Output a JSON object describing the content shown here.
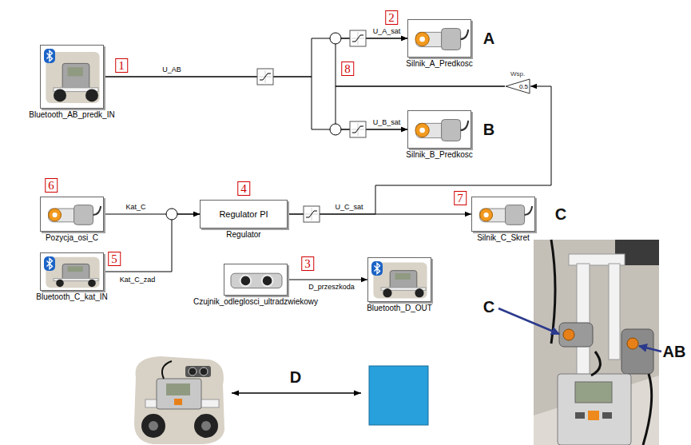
{
  "diagram": {
    "nodes": [
      {
        "text": [
          "Bluetooth_AB_predk_IN"
        ]
      },
      {
        "text": [
          "Silnik_A_Predkosc"
        ]
      },
      {
        "text": [
          "0.5",
          "Wsp."
        ]
      },
      {
        "text": [
          "Silnik_B_Predkosc"
        ]
      },
      {
        "text": [
          "Pozycja_osi_C"
        ]
      },
      {
        "text": [
          "Regulator PI",
          "Regulator"
        ]
      },
      {
        "text": [
          "Silnik_C_Skret"
        ]
      },
      {
        "text": [
          "Bluetooth_C_kat_IN"
        ]
      },
      {
        "text": [
          "Czujnik_odleglosci_ultradzwiekowy"
        ]
      },
      {
        "text": [
          "Bluetooth_D_OUT"
        ]
      }
    ],
    "edges": [
      {
        "from": 0,
        "to": 1,
        "arrow": "to",
        "label": "U_AB"
      },
      {
        "from": 0,
        "to": 3,
        "arrow": "to"
      },
      {
        "from": 2,
        "to": 1,
        "arrow": "to",
        "label": "U_A_sat"
      },
      {
        "from": 2,
        "to": 3,
        "arrow": "to",
        "label": "U_B_sat"
      },
      {
        "from": 4,
        "to": 5,
        "arrow": "to",
        "label": "Kat_C"
      },
      {
        "from": 7,
        "to": 5,
        "arrow": "to",
        "label": "Kat_C_zad"
      },
      {
        "from": 5,
        "to": 6,
        "arrow": "to",
        "label": "U_C_sat"
      },
      {
        "from": 5,
        "to": 2,
        "arrow": "to"
      },
      {
        "from": 8,
        "to": 9,
        "arrow": "to",
        "label": "D_przeszkoda"
      }
    ],
    "labels": [
      "1",
      "2",
      "A",
      "8",
      "B",
      "6",
      "4",
      "7",
      "C",
      "5",
      "3",
      "C",
      "AB",
      "D"
    ]
  }
}
